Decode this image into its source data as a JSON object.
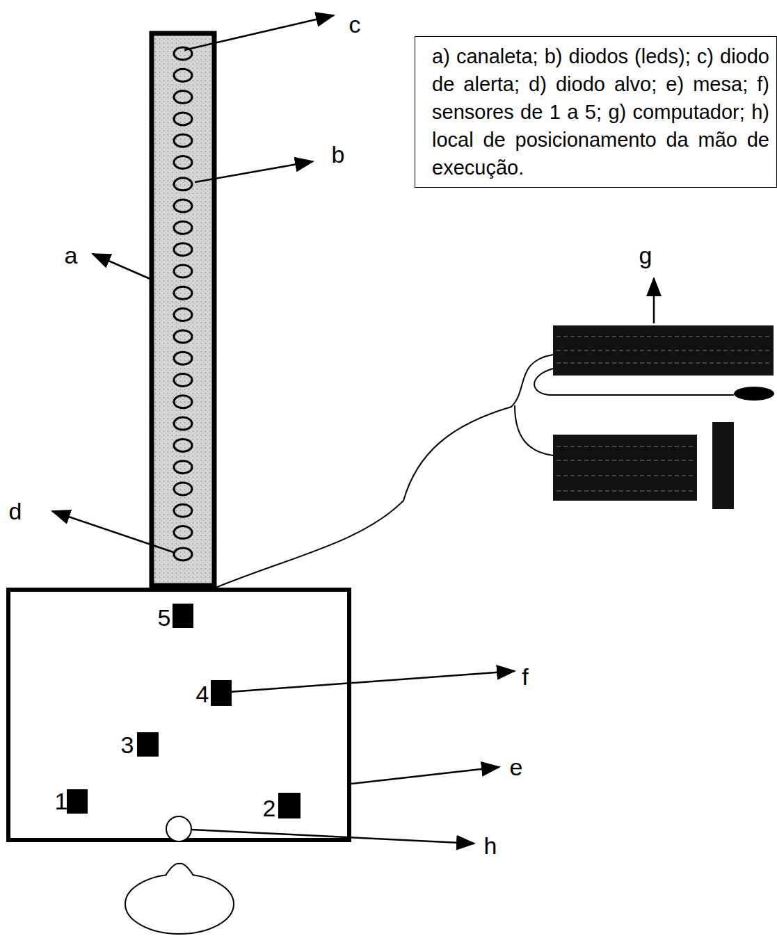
{
  "diagram": {
    "nodes": [
      {
        "text": [
          "a) canaleta; b) diodos (leds); c) diodo de alerta; d) diodo alvo; e) mesa; f) sensores de 1 a 5; g) computador; h) local de posicionamento da mão de execução."
        ]
      }
    ],
    "labels": [
      "c",
      "b",
      "a",
      "g",
      "d",
      "5",
      "4",
      "f",
      "3",
      "e",
      "1",
      "2",
      "h"
    ]
  }
}
